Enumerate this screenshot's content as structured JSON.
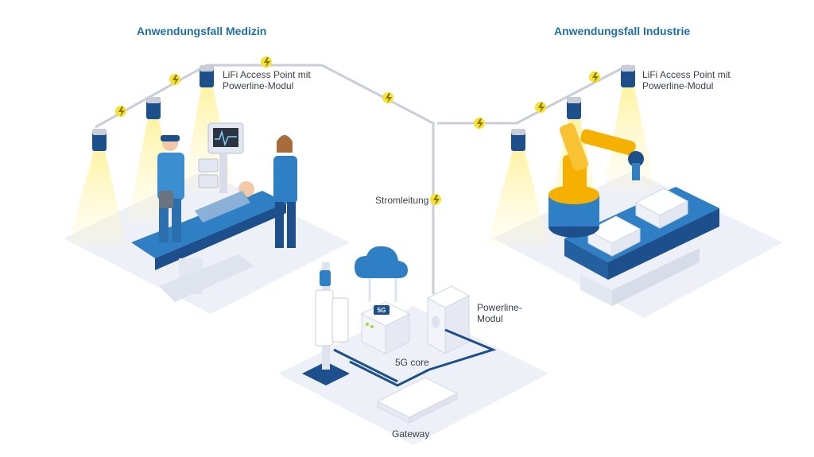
{
  "titles": {
    "medizin": "Anwendungsfall Medizin",
    "industrie": "Anwendungsfall Industrie"
  },
  "labels": {
    "lifi_left_line1": "LiFi Access Point mit",
    "lifi_left_line2": "Powerline-Modul",
    "lifi_right_line1": "LiFi Access Point mit",
    "lifi_right_line2": "Powerline-Modul",
    "stromleitung": "Stromleitung",
    "powerline_line1": "Powerline-",
    "powerline_line2": "Modul",
    "core": "5G core",
    "gateway": "Gateway",
    "badge_5g": "5G"
  },
  "icons": [
    "lightning-icon",
    "cloud-icon",
    "led-lamp-icon",
    "robot-arm-icon",
    "conveyor-belt-icon",
    "antenna-icon",
    "patient-bed-icon",
    "monitor-icon"
  ],
  "colors": {
    "brand_blue": "#1f6fa7",
    "dark_blue": "#1d4f8c",
    "mid_blue": "#2f7fc4",
    "light_yellow": "#fff6a8",
    "bolt_yellow": "#f6e23a",
    "cable_gray": "#c9cdd8",
    "platform": "#eef0f7",
    "robot_orange": "#f6b100"
  }
}
